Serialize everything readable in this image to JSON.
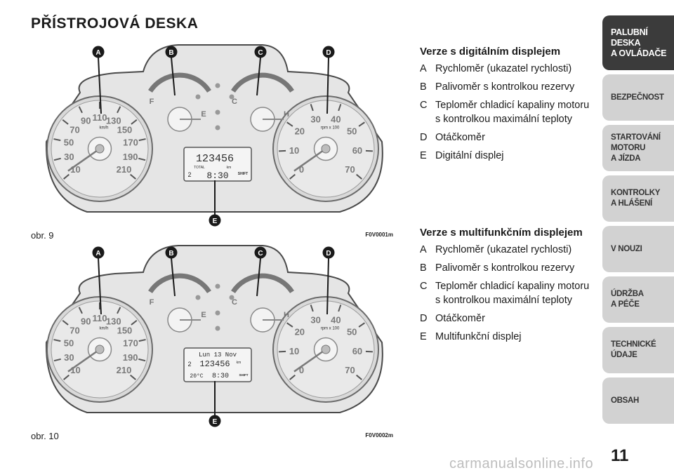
{
  "title": "PŘÍSTROJOVÁ DESKA",
  "figures": [
    {
      "label": "obr. 9",
      "code": "F0V0001m",
      "callouts": [
        "A",
        "B",
        "C",
        "D",
        "E"
      ],
      "display": {
        "odometer": "123456",
        "total": "TOTAL",
        "unit": "km",
        "gear": "2",
        "time": "8:30",
        "shift": "SHIFT"
      }
    },
    {
      "label": "obr. 10",
      "code": "F0V0002m",
      "callouts": [
        "A",
        "B",
        "C",
        "D",
        "E"
      ],
      "display": {
        "date": "Lun 13 Nov",
        "odometer": "123456",
        "unit": "km",
        "gear": "2",
        "temp": "20°C",
        "time": "8:30",
        "shift": "SHIFT"
      }
    }
  ],
  "gauges": {
    "speed_ticks": [
      "10",
      "30",
      "50",
      "70",
      "90",
      "110",
      "130",
      "150",
      "170",
      "190",
      "210"
    ],
    "speed_unit": "km/h",
    "rpm_ticks": [
      "0",
      "10",
      "20",
      "30",
      "40",
      "50",
      "60",
      "70"
    ],
    "rpm_unit": "rpm x 100",
    "fuel_labels": [
      "F",
      "E"
    ],
    "temp_labels": [
      "C",
      "H"
    ]
  },
  "sections": [
    {
      "heading": "Verze s digitálním displejem",
      "items": [
        {
          "key": "A",
          "text": "Rychloměr (ukazatel rychlosti)"
        },
        {
          "key": "B",
          "text": "Palivoměr s kontrolkou rezervy"
        },
        {
          "key": "C",
          "text": "Teploměr chladicí kapaliny motoru s kontrolkou maximální teploty"
        },
        {
          "key": "D",
          "text": "Otáčkoměr"
        },
        {
          "key": "E",
          "text": "Digitální displej"
        }
      ]
    },
    {
      "heading": "Verze s multifunkčním displejem",
      "items": [
        {
          "key": "A",
          "text": "Rychloměr (ukazatel rychlosti)"
        },
        {
          "key": "B",
          "text": "Palivoměr s kontrolkou rezervy"
        },
        {
          "key": "C",
          "text": "Teploměr chladicí kapaliny motoru s kontrolkou maximální teploty"
        },
        {
          "key": "D",
          "text": "Otáčkoměr"
        },
        {
          "key": "E",
          "text": "Multifunkční displej"
        }
      ]
    }
  ],
  "tabs": [
    {
      "label": "PALUBNÍ DESKA\nA OVLÁDAČE",
      "active": true
    },
    {
      "label": "BEZPEČNOST",
      "active": false
    },
    {
      "label": "STARTOVÁNÍ\nMOTORU\nA JÍZDA",
      "active": false
    },
    {
      "label": "KONTROLKY\nA HLÁŠENÍ",
      "active": false
    },
    {
      "label": "V NOUZI",
      "active": false
    },
    {
      "label": "ÚDRŽBA\nA PÉČE",
      "active": false
    },
    {
      "label": "TECHNICKÉ\nÚDAJE",
      "active": false
    },
    {
      "label": "OBSAH",
      "active": false
    }
  ],
  "page_number": "11",
  "watermark": "carmanualsonline.info",
  "colors": {
    "tab_active": "#3b3b3b",
    "tab_inactive": "#d2d2d2",
    "callout": "#1a1a1a",
    "cluster": "#e4e4e4"
  }
}
